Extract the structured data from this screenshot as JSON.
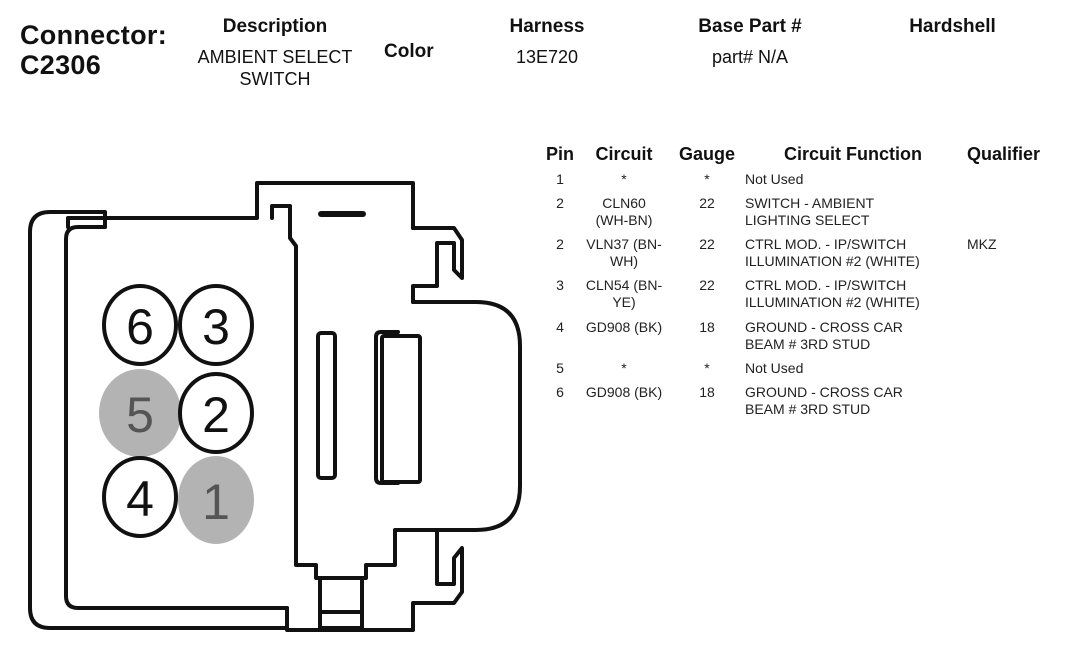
{
  "header": {
    "connector_label": "Connector:",
    "connector_id": "C2306",
    "description_label": "Description",
    "description_value": "AMBIENT SELECT SWITCH",
    "color_label": "Color",
    "harness_label": "Harness",
    "harness_value": "13E720",
    "base_part_label": "Base Part #",
    "base_part_value": "part# N/A",
    "hardshell_label": "Hardshell"
  },
  "table": {
    "headers": {
      "pin": "Pin",
      "circuit": "Circuit",
      "gauge": "Gauge",
      "function": "Circuit Function",
      "qualifier": "Qualifier"
    },
    "rows": [
      {
        "pin": "1",
        "circuit": "*",
        "gauge": "*",
        "function": "Not Used",
        "qualifier": ""
      },
      {
        "pin": "2",
        "circuit": "CLN60 (WH-BN)",
        "gauge": "22",
        "function": "SWITCH - AMBIENT LIGHTING SELECT",
        "qualifier": ""
      },
      {
        "pin": "2",
        "circuit": "VLN37 (BN-WH)",
        "gauge": "22",
        "function": "CTRL MOD. - IP/SWITCH ILLUMINATION #2 (WHITE)",
        "qualifier": "MKZ"
      },
      {
        "pin": "3",
        "circuit": "CLN54 (BN-YE)",
        "gauge": "22",
        "function": "CTRL MOD. - IP/SWITCH ILLUMINATION #2 (WHITE)",
        "qualifier": ""
      },
      {
        "pin": "4",
        "circuit": "GD908 (BK)",
        "gauge": "18",
        "function": "GROUND - CROSS CAR BEAM # 3RD STUD",
        "qualifier": ""
      },
      {
        "pin": "5",
        "circuit": "*",
        "gauge": "*",
        "function": "Not Used",
        "qualifier": ""
      },
      {
        "pin": "6",
        "circuit": "GD908 (BK)",
        "gauge": "18",
        "function": "GROUND - CROSS CAR BEAM # 3RD STUD",
        "qualifier": ""
      }
    ]
  },
  "connector": {
    "pins": [
      {
        "number": "6",
        "used": true
      },
      {
        "number": "3",
        "used": true
      },
      {
        "number": "5",
        "used": false
      },
      {
        "number": "2",
        "used": true
      },
      {
        "number": "4",
        "used": true
      },
      {
        "number": "1",
        "used": false
      }
    ],
    "colors": {
      "outline": "#111111",
      "used_fill": "#ffffff",
      "unused_fill": "#b3b3b3",
      "unused_text": "#555555"
    }
  }
}
